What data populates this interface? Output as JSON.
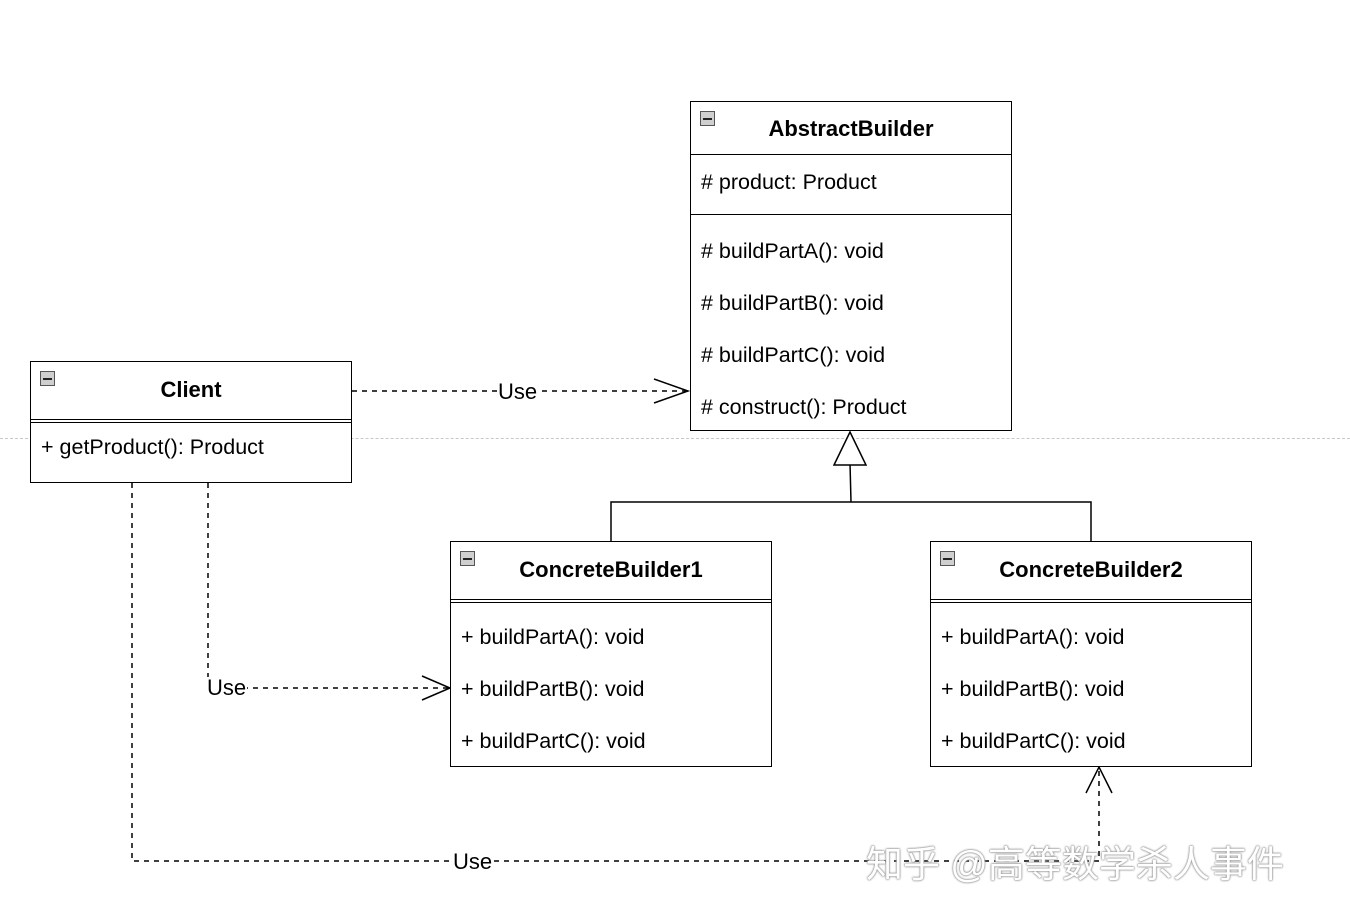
{
  "classes": {
    "abstract_builder": {
      "name": "AbstractBuilder",
      "attributes": [
        "# product: Product"
      ],
      "methods": [
        "# buildPartA(): void",
        "# buildPartB(): void",
        "# buildPartC(): void",
        "# construct(): Product"
      ]
    },
    "client": {
      "name": "Client",
      "attributes": [],
      "methods": [
        "+ getProduct(): Product"
      ]
    },
    "concrete_builder_1": {
      "name": "ConcreteBuilder1",
      "attributes": [],
      "methods": [
        "+ buildPartA(): void",
        "+ buildPartB(): void",
        "+ buildPartC(): void"
      ]
    },
    "concrete_builder_2": {
      "name": "ConcreteBuilder2",
      "attributes": [],
      "methods": [
        "+ buildPartA(): void",
        "+ buildPartB(): void",
        "+ buildPartC(): void"
      ]
    }
  },
  "relations": {
    "client_to_abstract": "Use",
    "client_to_cb1": "Use",
    "client_to_cb2": "Use"
  },
  "watermark": "知乎 @高等数学杀人事件"
}
